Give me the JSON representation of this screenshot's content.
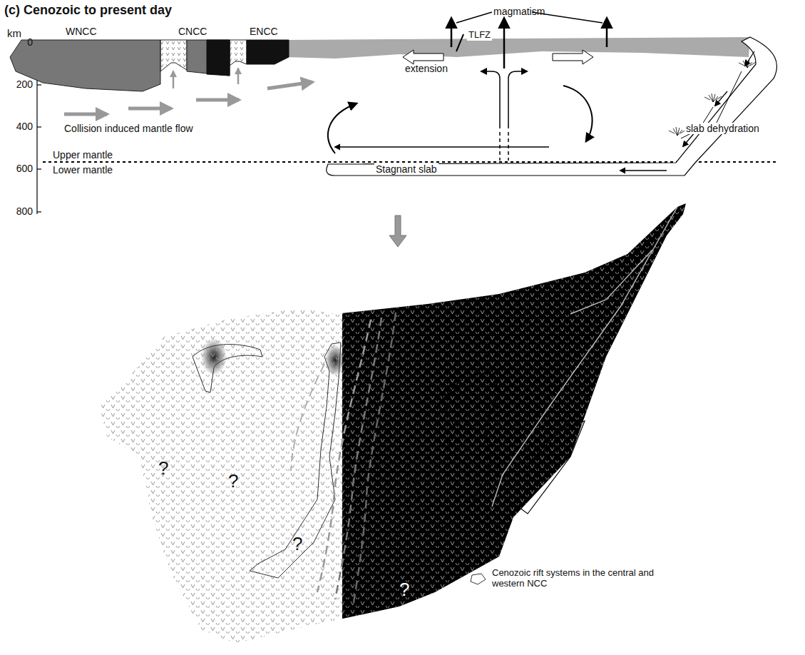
{
  "diagram": {
    "title": "(c) Cenozoic to present day",
    "labels": [
      "km",
      "0",
      "200",
      "400",
      "600",
      "800",
      "WNCC",
      "CNCC",
      "ENCC",
      "magmatism",
      "TLFZ",
      "extension",
      "Collision induced mantle flow",
      "slab dehydration",
      "Upper mantle",
      "Stagnant slab",
      "Lower mantle",
      "?",
      "?",
      "?",
      "?",
      "?"
    ],
    "legend": [
      {
        "text": "Cenozoic rift systems in the central and western NCC"
      }
    ]
  }
}
